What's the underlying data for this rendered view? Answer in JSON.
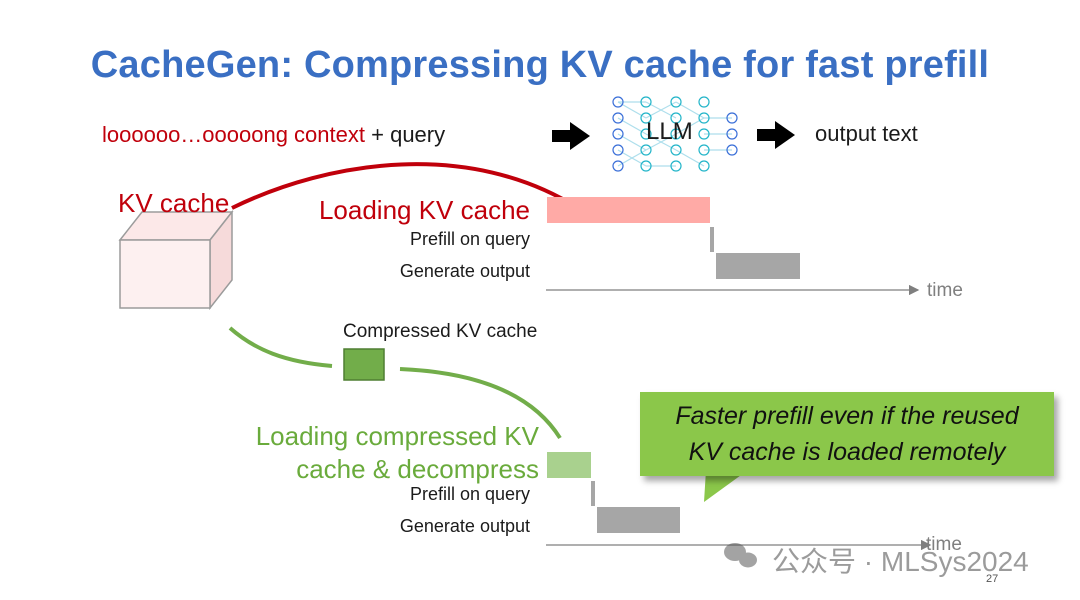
{
  "slide": {
    "title": "CacheGen: Compressing KV cache for fast prefill",
    "page_number": "27"
  },
  "top_row": {
    "context_red": "loooooo…ooooong context",
    "context_plus": "+ query",
    "llm_label": "LLM",
    "output_label": "output text"
  },
  "kv_cache_label": "KV cache",
  "upper_timeline": {
    "loading_label": "Loading KV cache",
    "prefill_label": "Prefill on query",
    "generate_label": "Generate output",
    "time_label": "time"
  },
  "lower_timeline": {
    "compressed_label": "Compressed KV cache",
    "loading_label_line1": "Loading compressed KV",
    "loading_label_line2": "cache & decompress",
    "prefill_label": "Prefill on query",
    "generate_label": "Generate output",
    "time_label": "time"
  },
  "callout": {
    "line1": "Faster prefill even if the reused",
    "line2": "KV cache is loaded remotely"
  },
  "watermark": "公众号 · MLSys2024",
  "colors": {
    "title_blue": "#3a6fc3",
    "red": "#c0000b",
    "light_red": "#ffaaa6",
    "green_dark": "#72ad4a",
    "green_light": "#a9d18e",
    "grey_bar": "#a6a6a6",
    "callout_green": "#8bc74a"
  }
}
